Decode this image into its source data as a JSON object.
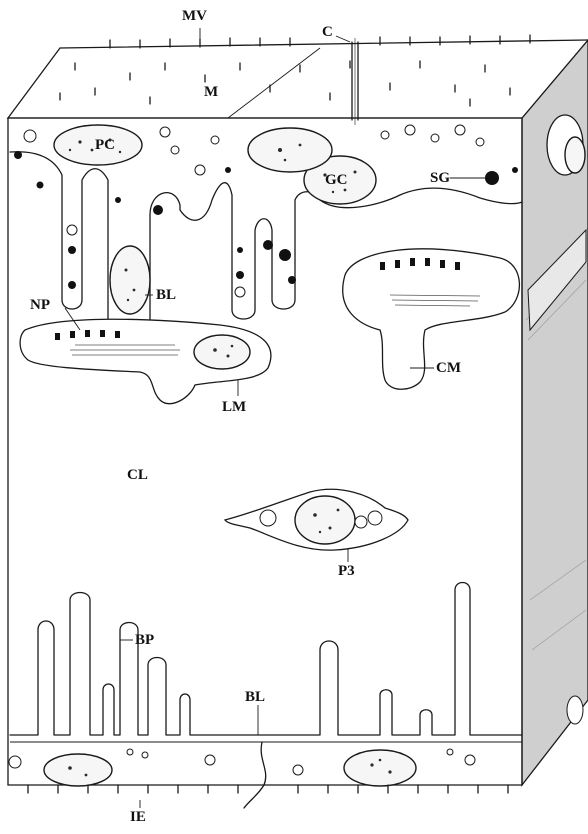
{
  "labels": {
    "MV": "MV",
    "C": "C",
    "M": "M",
    "PC": "PC",
    "GC": "GC",
    "SG": "SG",
    "BL_top": "BL",
    "NP": "NP",
    "LM": "LM",
    "CM": "CM",
    "CL": "CL",
    "P3": "P3",
    "BP": "BP",
    "BL_bottom": "BL",
    "IE": "IE"
  },
  "colors": {
    "ink": "#1a1a1a",
    "side_shade": "#c8c8c8",
    "background": "#ffffff"
  }
}
